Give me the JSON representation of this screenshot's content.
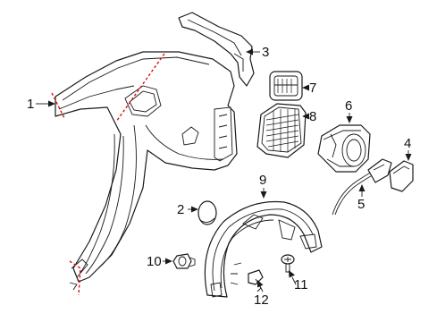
{
  "callouts": {
    "p1": "1",
    "p2": "2",
    "p3": "3",
    "p4": "4",
    "p5": "5",
    "p6": "6",
    "p7": "7",
    "p8": "8",
    "p9": "9",
    "p10": "10",
    "p11": "11",
    "p12": "12"
  },
  "colors": {
    "line": "#1a1a1a",
    "cut_line": "#e01010",
    "background": "#ffffff"
  }
}
